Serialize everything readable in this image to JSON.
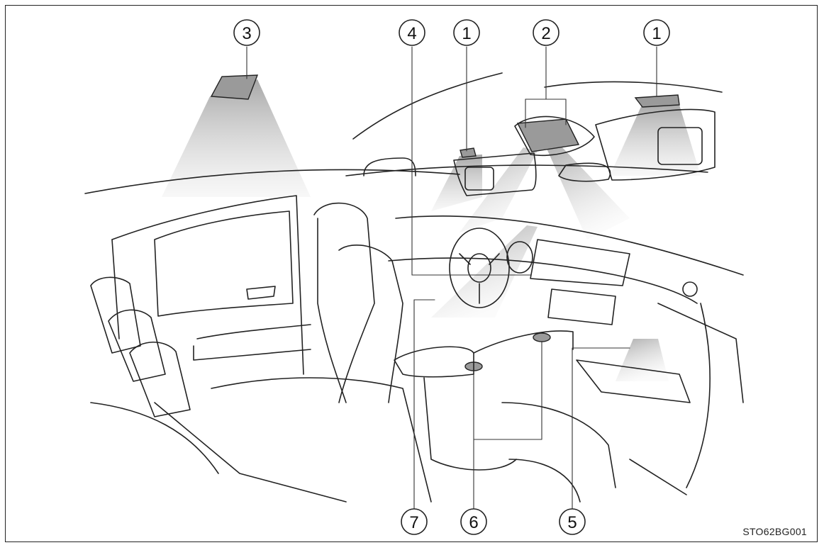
{
  "callouts": [
    {
      "id": "c1a",
      "label": "1"
    },
    {
      "id": "c1b",
      "label": "1"
    },
    {
      "id": "c2",
      "label": "2"
    },
    {
      "id": "c3",
      "label": "3"
    },
    {
      "id": "c4",
      "label": "4"
    },
    {
      "id": "c5",
      "label": "5"
    },
    {
      "id": "c6",
      "label": "6"
    },
    {
      "id": "c7",
      "label": "7"
    }
  ],
  "figure_code": "STO62BG001",
  "colors": {
    "line": "#222222",
    "light_beam": "#bdbdbd",
    "lamp": "#9a9a9a"
  }
}
